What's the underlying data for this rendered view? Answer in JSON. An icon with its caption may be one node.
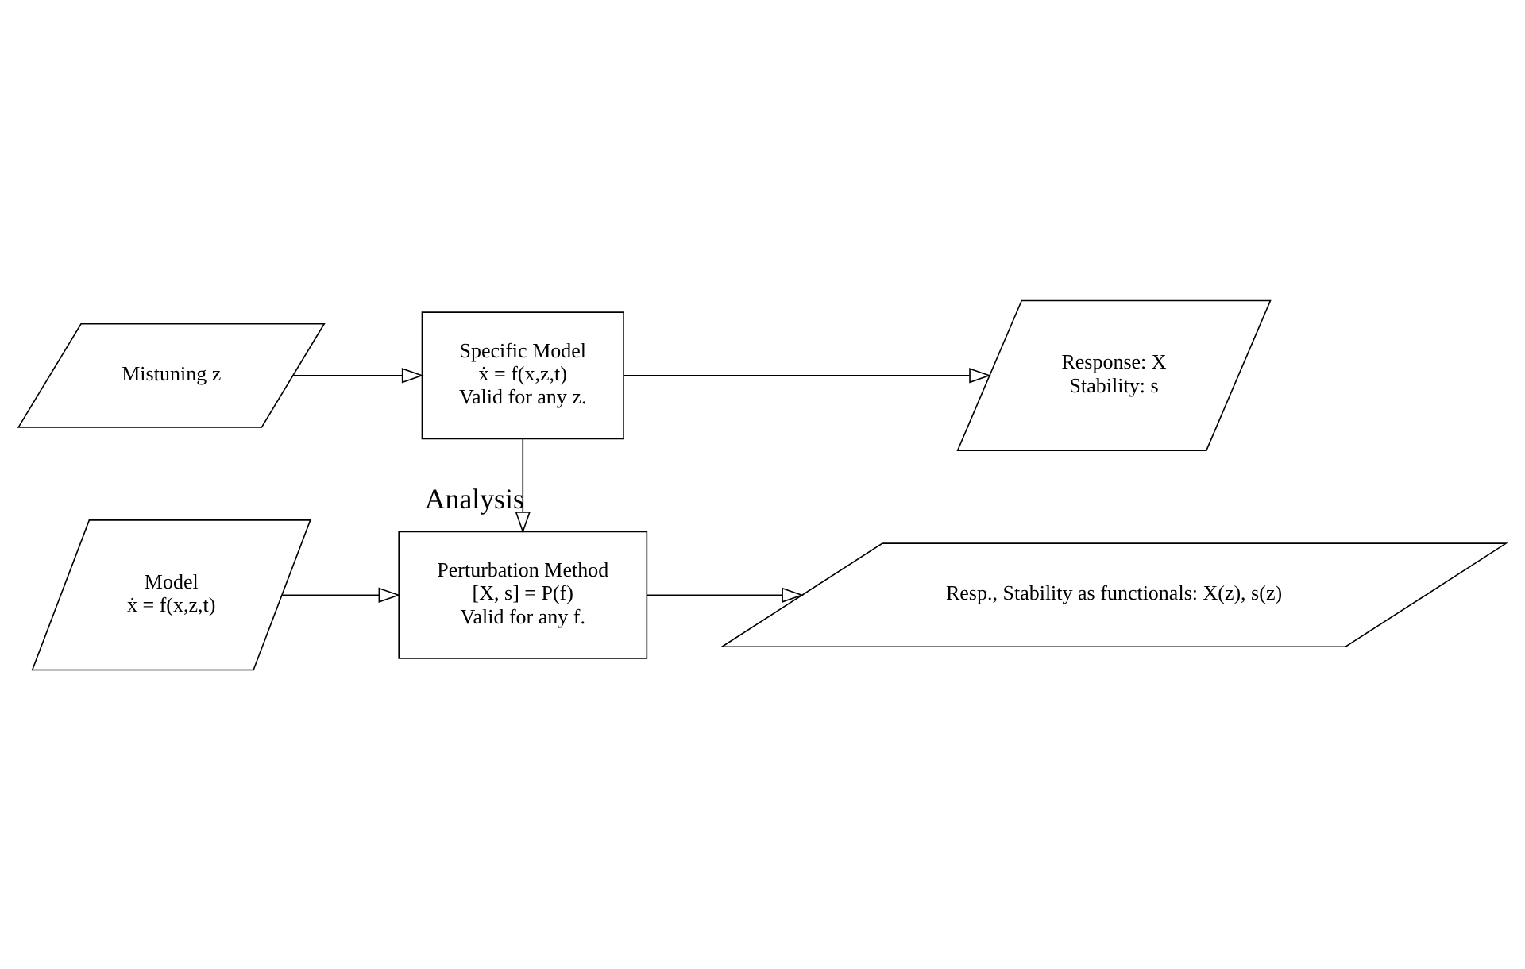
{
  "diagram": {
    "nodes": [
      {
        "text": [
          "Mistuning z"
        ]
      },
      {
        "text": [
          "Specific Model",
          "ẋ = f(x,z,t)",
          "Valid for any z."
        ]
      },
      {
        "text": [
          "Response: X",
          "Stability: s"
        ]
      },
      {
        "text": [
          "Model",
          "ẋ = f(x,z,t)"
        ]
      },
      {
        "text": [
          "Perturbation Method",
          "[X, s] = P(f)",
          "Valid for any f."
        ]
      },
      {
        "text": [
          "Resp., Stability as functionals: X(z), s(z)"
        ]
      }
    ],
    "edges": [
      {
        "from": 0,
        "to": 1,
        "arrow": "to"
      },
      {
        "from": 1,
        "to": 2,
        "arrow": "to"
      },
      {
        "from": 1,
        "to": 4,
        "arrow": "to",
        "label": "Analysis"
      },
      {
        "from": 3,
        "to": 4,
        "arrow": "to"
      },
      {
        "from": 4,
        "to": 5,
        "arrow": "to"
      }
    ]
  }
}
